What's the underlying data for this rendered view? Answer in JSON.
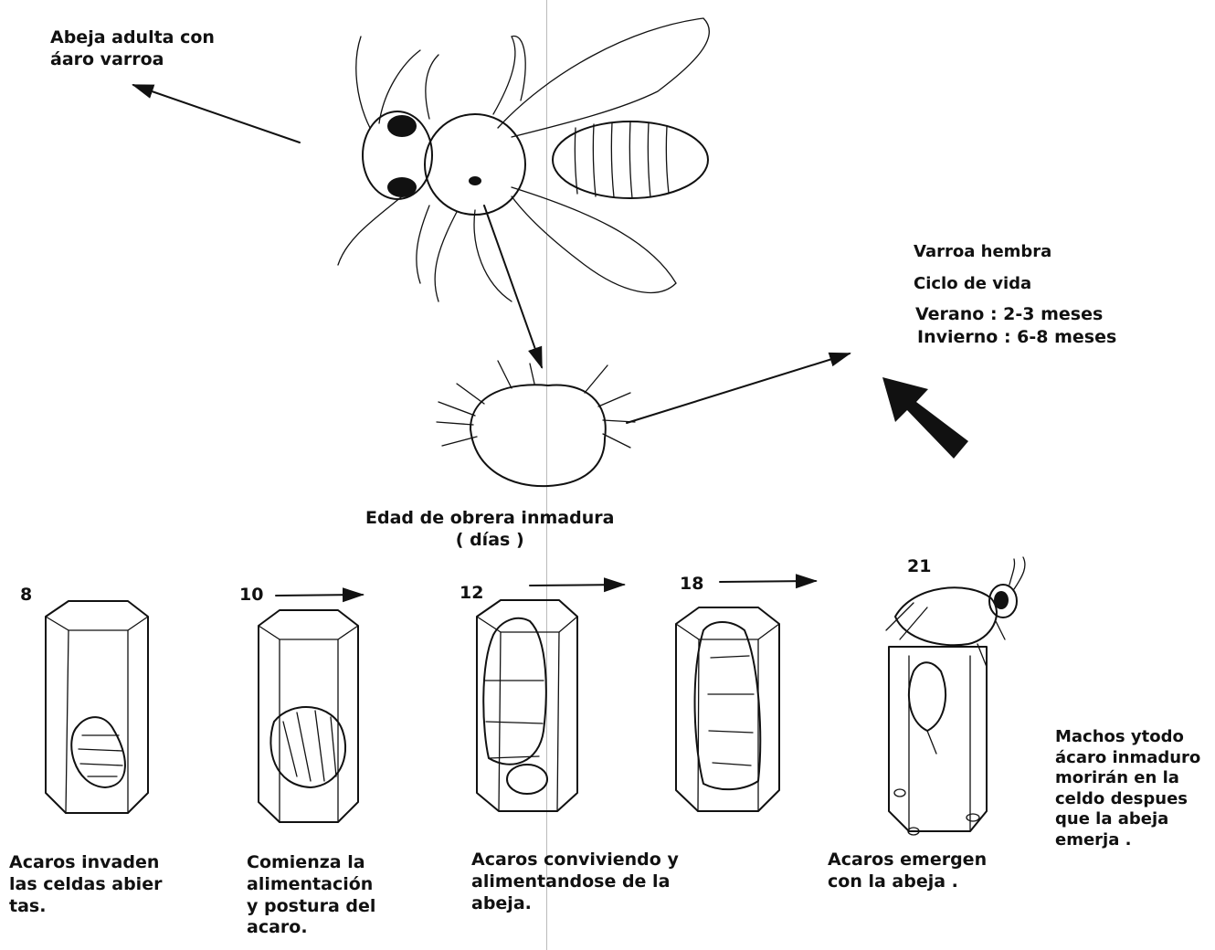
{
  "header": {
    "adult_bee_label": "Abeja adulta con\náaro varroa",
    "female_varroa": {
      "title": "Varroa hembra",
      "subtitle": "Ciclo de vida",
      "summer": "Verano : 2-3 meses",
      "winter": "Invierno : 6-8 meses"
    },
    "age_label": "Edad de obrera inmadura\n( días )"
  },
  "stages": [
    {
      "day": "8",
      "caption": "Acaros invaden\nlas celdas abier\ntas."
    },
    {
      "day": "10",
      "caption": "Comienza la\nalimentación\ny postura del\nacaro."
    },
    {
      "day": "12",
      "caption": "Acaros conviviendo y\nalimentandose de la\nabeja."
    },
    {
      "day": "18",
      "caption": ""
    },
    {
      "day": "21",
      "caption": "Acaros emergen\ncon la abeja ."
    }
  ],
  "side_note": "Machos ytodo\nácaro inmaduro\nmorirán en la\nceldo despues\nque la abeja\nemerja .",
  "colors": {
    "ink": "#111111",
    "paper": "#ffffff"
  }
}
